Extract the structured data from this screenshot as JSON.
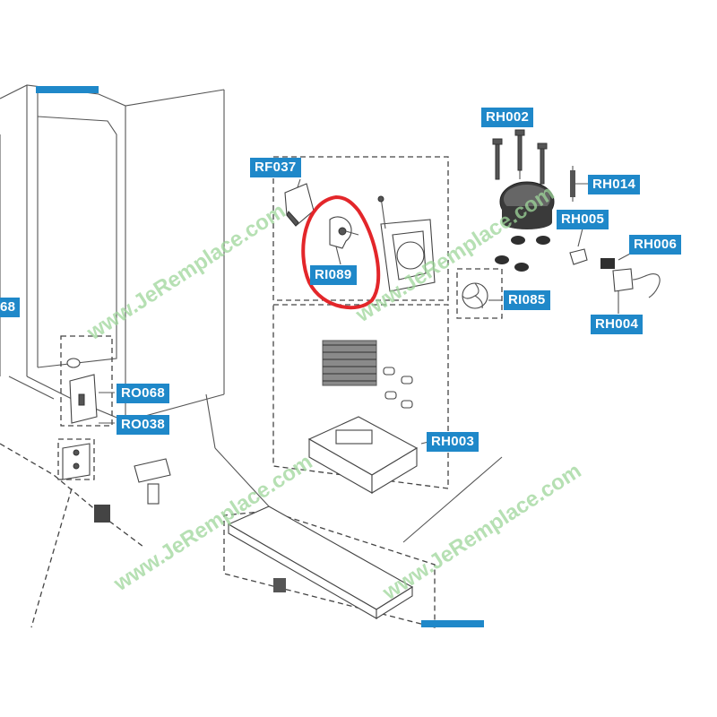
{
  "diagram": {
    "part_labels": {
      "rf037": "RF037",
      "ri089": "RI089",
      "rh002": "RH002",
      "rh014": "RH014",
      "rh005": "RH005",
      "rh006": "RH006",
      "rh004": "RH004",
      "ri085": "RI085",
      "ro068": "RO068",
      "ro038": "RO038",
      "rh003": "RH003",
      "edge_partial": "68"
    },
    "watermark": "www.JeRemplace.com",
    "highlight_color": "#e3262a",
    "label_color": "#1f88c9"
  }
}
